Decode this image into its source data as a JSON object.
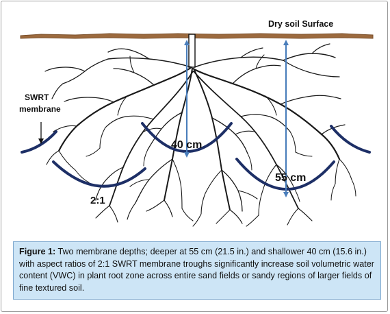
{
  "labels": {
    "surface": "Dry soil Surface",
    "swrt_line1": "SWRT",
    "swrt_line2": "membrane",
    "depth_shallow": "40 cm",
    "depth_deep": "55 cm",
    "aspect_ratio": "2:1"
  },
  "caption": {
    "figure_label": "Figure 1:",
    "text": "Two membrane depths; deeper at 55 cm (21.5 in.) and shallower 40 cm (15.6 in.) with aspect ratios of 2:1 SWRT membrane troughs significantly increase soil volumetric water content (VWC) in plant root zone across entire sand fields or sandy regions of larger fields of fine textured soil."
  },
  "colors": {
    "soil_surface": "#9c6a3e",
    "root": "#1a1a1a",
    "membrane": "#1d2f66",
    "depth_arrow": "#4a7ebb",
    "caption_background": "#cde5f6"
  }
}
